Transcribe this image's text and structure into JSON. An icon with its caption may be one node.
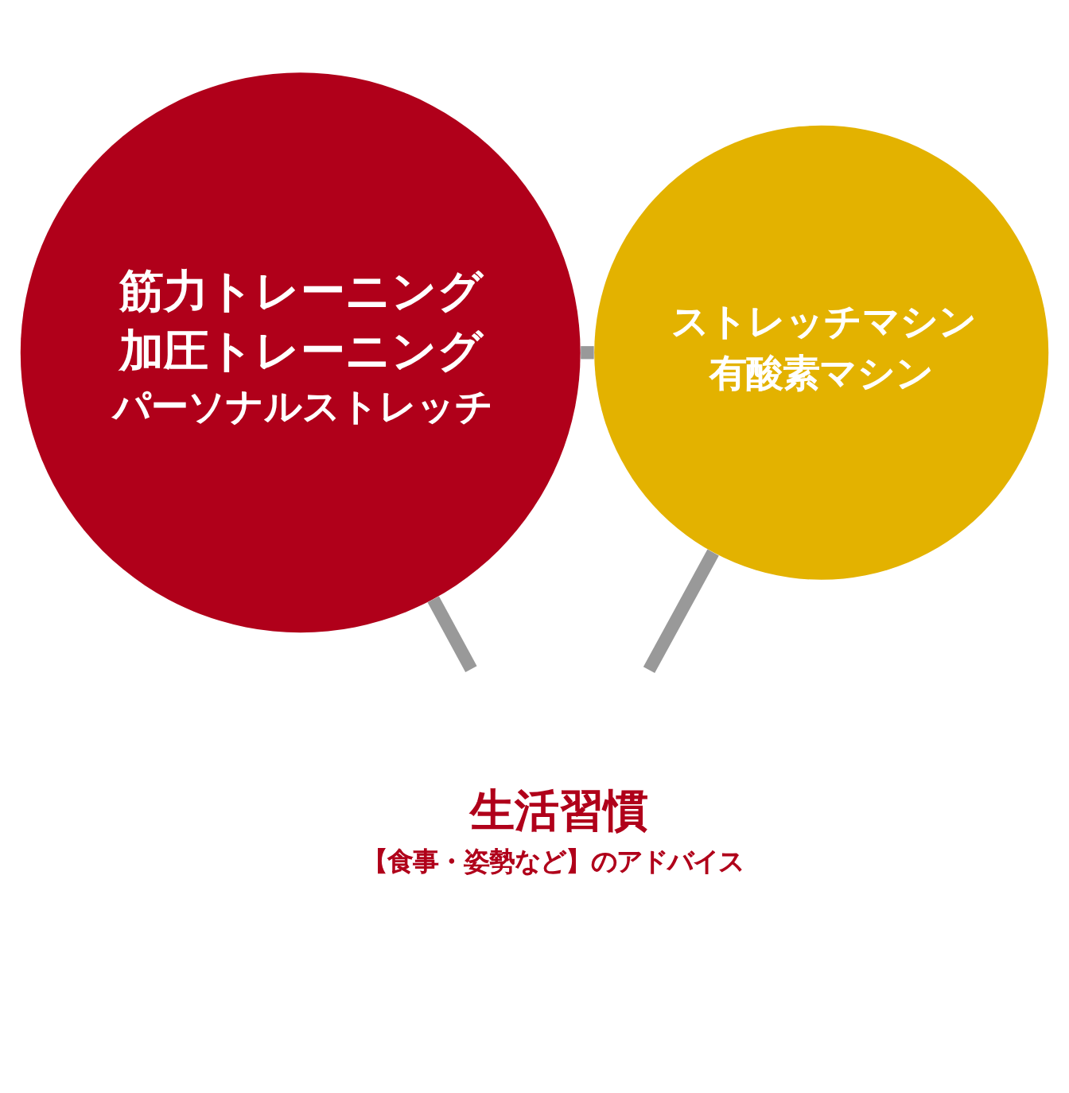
{
  "diagram": {
    "nodes": [
      {
        "text": [
          "筋力トレーニング",
          "加圧トレーニング",
          "パーソナルストレッチ"
        ]
      },
      {
        "text": [
          "ストレッチマシン",
          "有酸素マシン"
        ]
      },
      {
        "text": [
          "生活習慣",
          "【食事・姿勢など】のアドバイス"
        ]
      }
    ],
    "edges": [
      {
        "from": 0,
        "to": 1,
        "arrow": "none"
      },
      {
        "from": 0,
        "to": 2,
        "arrow": "none"
      },
      {
        "from": 1,
        "to": 2,
        "arrow": "none"
      }
    ]
  }
}
